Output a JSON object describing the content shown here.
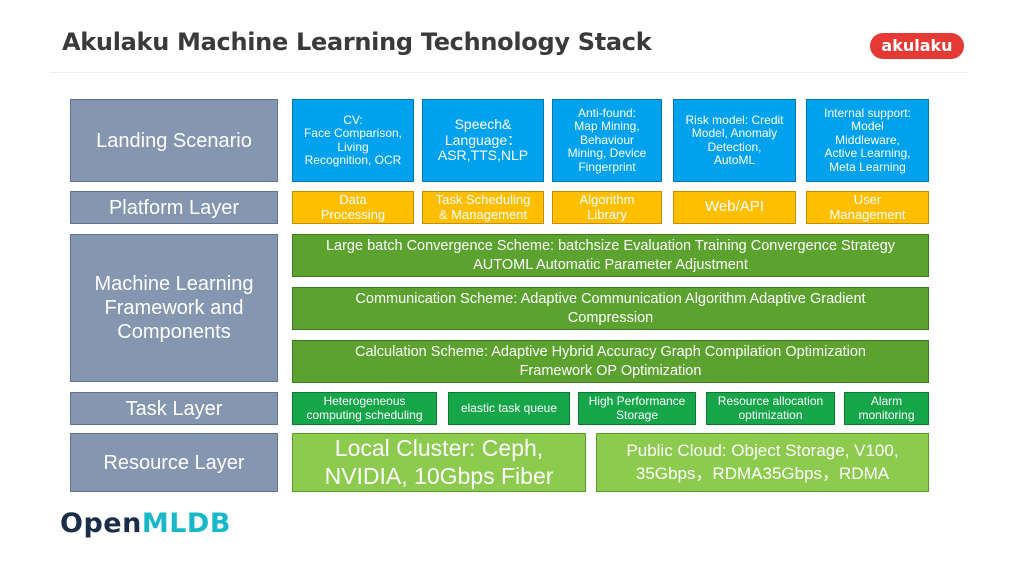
{
  "header": {
    "title": "Akulaku Machine Learning Technology Stack",
    "brand_logo": "akulaku"
  },
  "layers": {
    "landing": "Landing Scenario",
    "platform": "Platform Layer",
    "ml": "Machine Learning\nFramework and\nComponents",
    "task": "Task Layer",
    "resource": "Resource Layer"
  },
  "landing_items": [
    "CV:\nFace Comparison,\nLiving\nRecognition, OCR",
    "Speech&\nLanguage：\nASR,TTS,NLP",
    "Anti-found:\nMap Mining,\nBehaviour\nMining, Device\nFingerprint",
    "Risk model: Credit\nModel, Anomaly\nDetection,\nAutoML",
    "Internal support:\nModel\nMiddleware,\nActive Learning,\nMeta Learning"
  ],
  "platform_items": [
    "Data\nProcessing",
    "Task Scheduling\n& Management",
    "Algorithm\nLibrary",
    "Web/API",
    "User\nManagement"
  ],
  "ml_items": [
    "Large batch Convergence Scheme: batchsize Evaluation Training Convergence Strategy\nAUTOML Automatic Parameter Adjustment",
    "Communication Scheme: Adaptive Communication Algorithm Adaptive Gradient\nCompression",
    "Calculation Scheme: Adaptive Hybrid Accuracy Graph Compilation Optimization\nFramework OP Optimization"
  ],
  "task_items": [
    "Heterogeneous\ncomputing scheduling",
    "elastic task queue",
    "High Performance\nStorage",
    "Resource allocation\noptimization",
    "Alarm\nmonitoring"
  ],
  "resource_items": [
    "Local Cluster: Ceph,\nNVIDIA, 10Gbps Fiber",
    "Public Cloud: Object Storage, V100,\n35Gbps，RDMA35Gbps，RDMA"
  ],
  "footer": {
    "logo_part1": "Open",
    "logo_part2": "MLDB"
  },
  "colors": {
    "layer": "#8496b0",
    "landing": "#00a2ed",
    "platform": "#ffbf00",
    "ml": "#5ba22f",
    "task": "#17a54a",
    "resource": "#8ccb4e",
    "brand_red": "#e53935"
  }
}
